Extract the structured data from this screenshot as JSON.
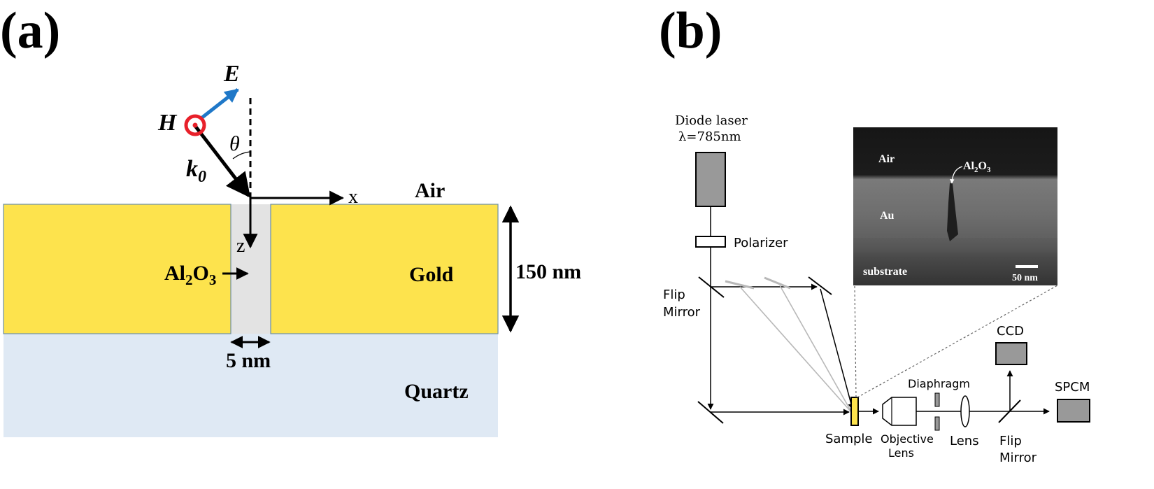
{
  "panel_a": {
    "label": "(a)",
    "field_E": "E",
    "field_H": "H",
    "wavevector": "k",
    "wavevector_sub": "0",
    "angle": "θ",
    "axis_x": "x",
    "axis_z": "z",
    "air": "Air",
    "oxide_main": "Al",
    "oxide_sub1": "2",
    "oxide_mid": "O",
    "oxide_sub2": "3",
    "gold": "Gold",
    "thickness": "150 nm",
    "gap": "5 nm",
    "quartz": "Quartz"
  },
  "panel_b": {
    "label": "(b)",
    "laser_line1": "Diode laser",
    "laser_line2": "λ=785nm",
    "polarizer": "Polarizer",
    "flip_mirror_1_line1": "Flip",
    "flip_mirror_1_line2": "Mirror",
    "sample": "Sample",
    "objective_line1": "Objective",
    "objective_line2": "Lens",
    "diaphragm": "Diaphragm",
    "lens": "Lens",
    "flip_mirror_2_line1": "Flip",
    "flip_mirror_2_line2": "Mirror",
    "ccd": "CCD",
    "spcm": "SPCM",
    "inset": {
      "air": "Air",
      "oxide_main": "Al",
      "oxide_sub1": "2",
      "oxide_mid": "O",
      "oxide_sub2": "3",
      "au": "Au",
      "substrate": "substrate",
      "scale": "50 nm"
    }
  },
  "colors": {
    "gold": "#fde34d",
    "quartz": "#dfe9f4",
    "gap": "#e3e3e3",
    "e_arrow": "#1f78c8",
    "h_symbol": "#e8202a",
    "device_fill": "#999999",
    "beam_gray": "#b8b8b8"
  }
}
